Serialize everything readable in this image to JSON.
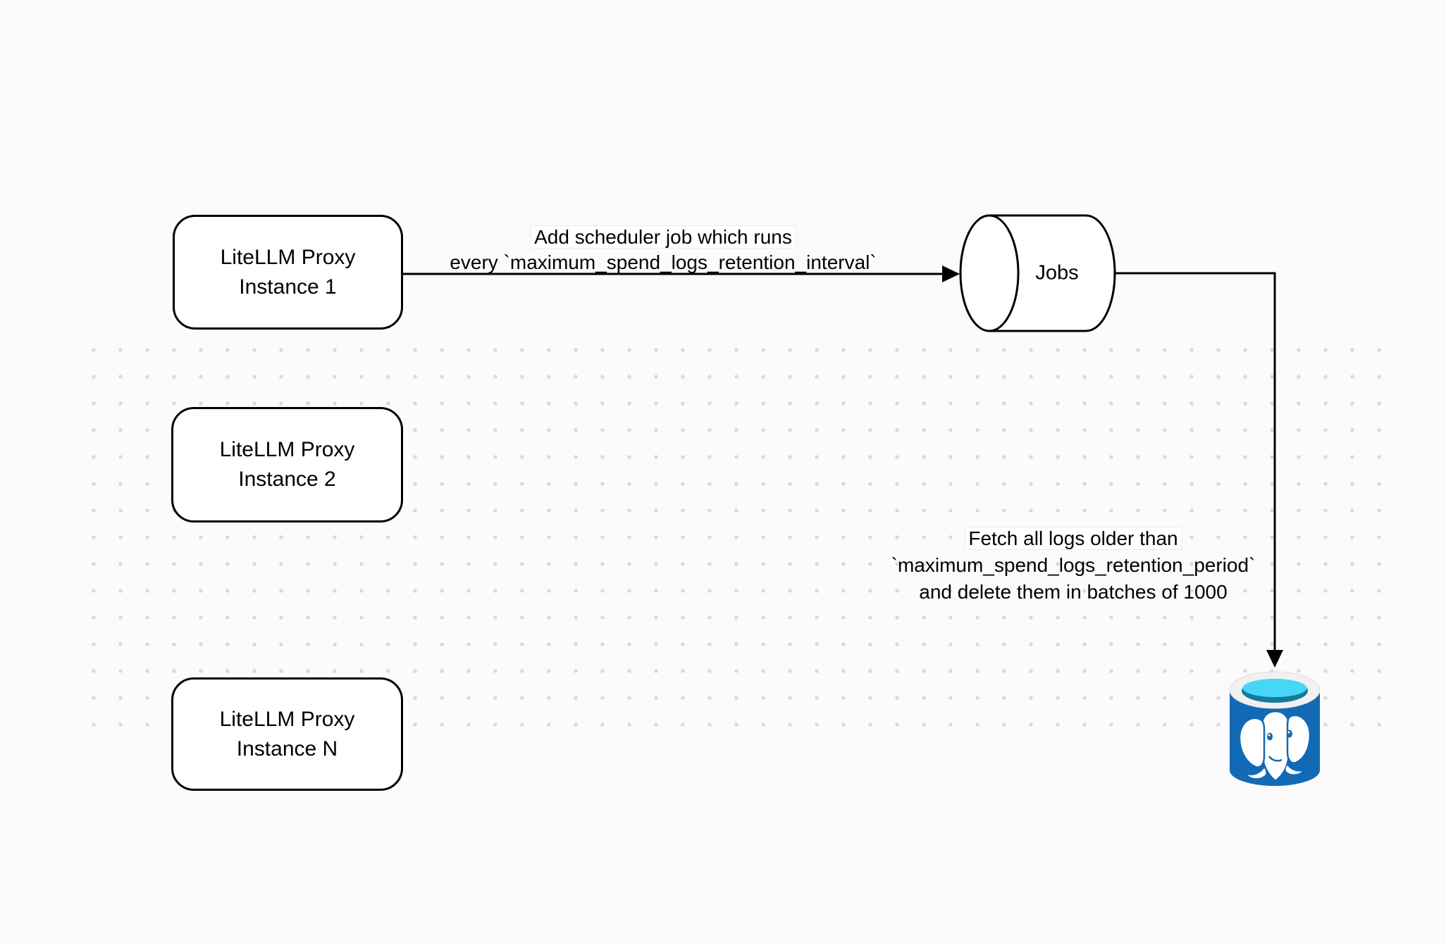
{
  "background": {
    "color": "#fbfbfb",
    "dot_color": "#d9d9d9"
  },
  "diagram": {
    "proxy_nodes": [
      {
        "line1": "LiteLLM Proxy",
        "line2": "Instance 1"
      },
      {
        "line1": "LiteLLM Proxy",
        "line2": "Instance 2"
      },
      {
        "line1": "LiteLLM Proxy",
        "line2": "Instance N"
      }
    ],
    "jobs_store": {
      "label": "Jobs"
    },
    "postgres_db": {
      "icon": "postgresql-database-icon"
    },
    "edges": {
      "add_job": {
        "line1": "Add scheduler job which runs",
        "line2": "every `maximum_spend_logs_retention_interval`"
      },
      "fetch_logs": {
        "line1": "Fetch all logs older than",
        "line2": "`maximum_spend_logs_retention_period`",
        "line3": "and delete them in batches of 1000"
      }
    },
    "colors": {
      "stroke": "#000000",
      "node_fill": "#ffffff",
      "db_body": "#1269b6",
      "db_rim": "#f1f1f1",
      "db_water": "#47d6f6",
      "db_water_deep": "#157a9d"
    }
  }
}
